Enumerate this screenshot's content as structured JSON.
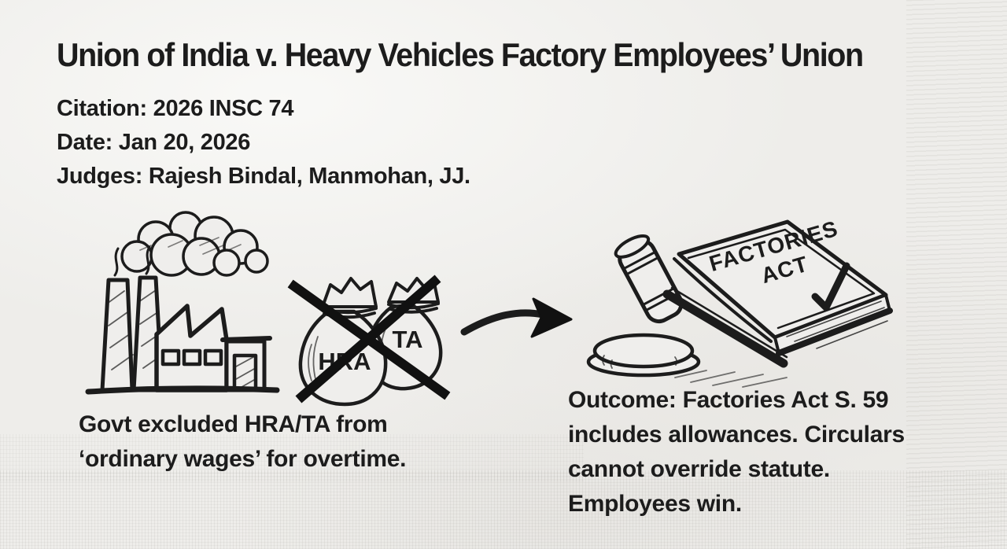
{
  "header": {
    "title": "Union of India v. Heavy Vehicles Factory Employees’ Union",
    "citation": "Citation: 2026 INSC 74",
    "date": "Date: Jan 20, 2026",
    "judges": "Judges: Rajesh Bindal, Manmohan, JJ."
  },
  "illustration": {
    "bag_left_label": "HRA",
    "bag_right_label": "TA",
    "book_word_1": "FACTORIES",
    "book_word_2": "ACT"
  },
  "captions": {
    "left_lines": [
      "Govt excluded HRA/TA from",
      "‘ordinary wages’ for overtime."
    ],
    "right_lines": [
      "Outcome: Factories Act S. 59",
      "includes allowances. Circulars",
      "cannot override statute.",
      "Employees win."
    ]
  },
  "colors": {
    "ink": "#1c1c1c",
    "paper": "#eeedea"
  }
}
